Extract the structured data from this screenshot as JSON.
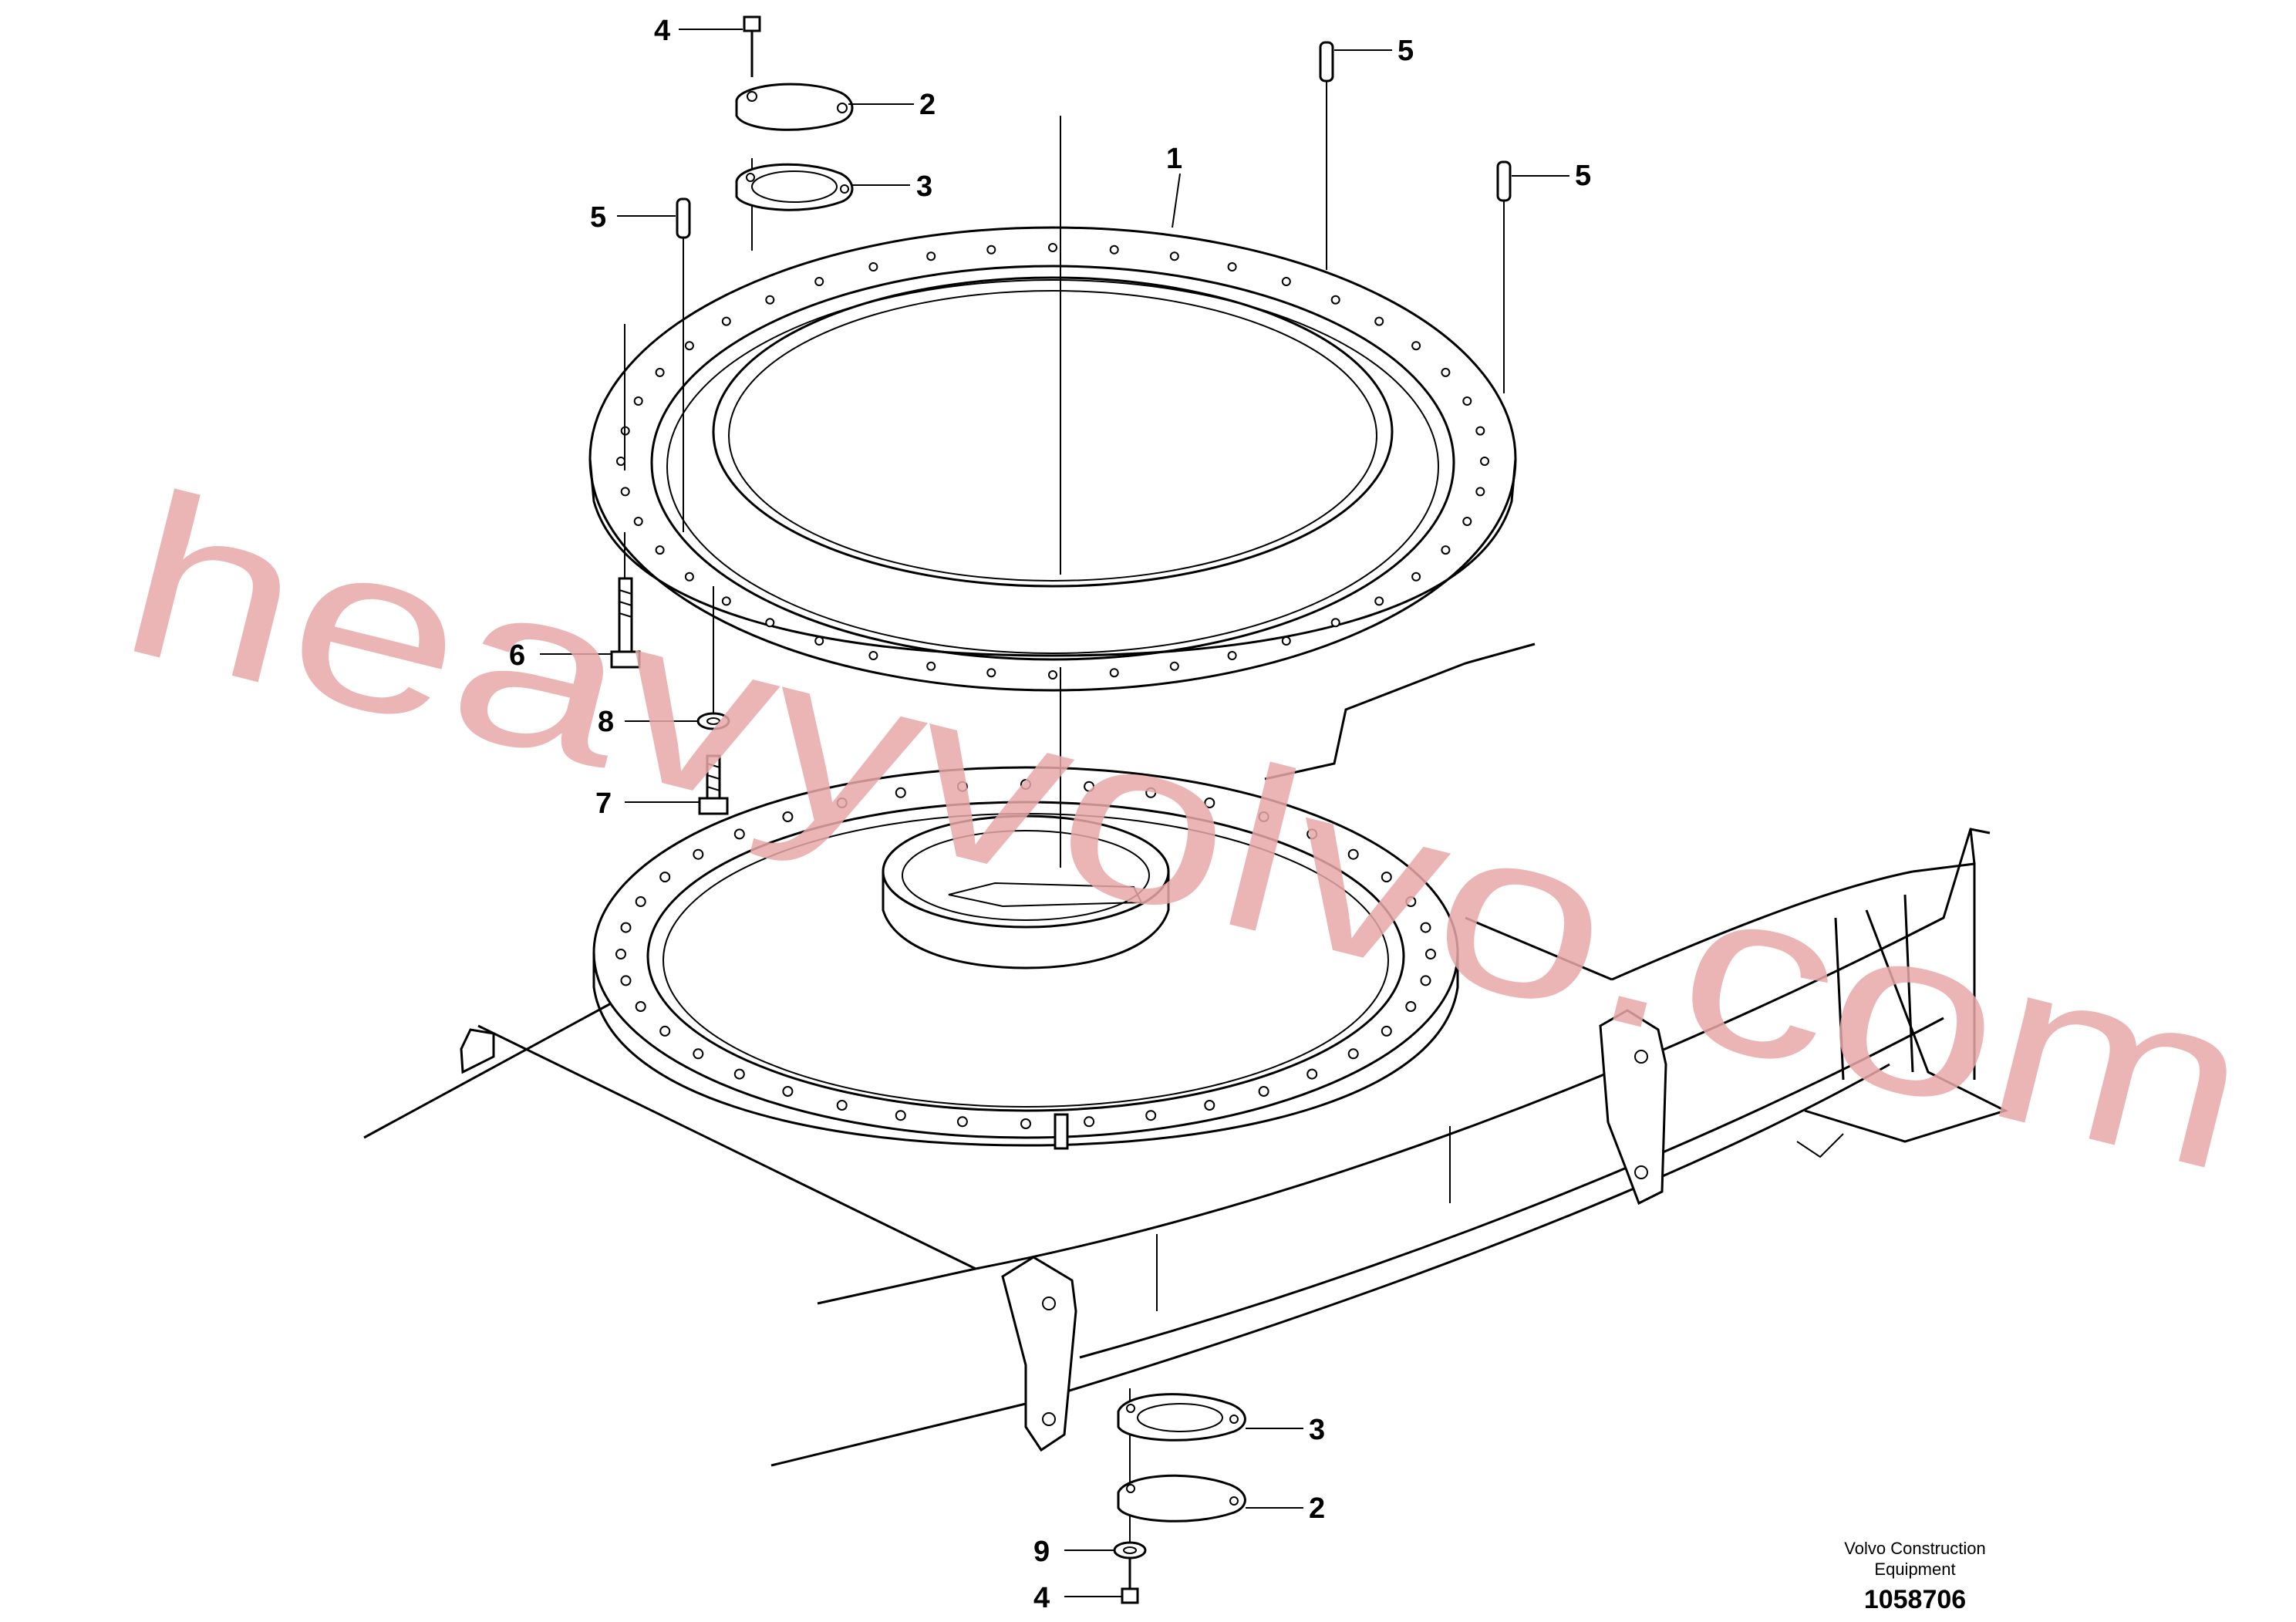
{
  "callouts": {
    "c4_top": "4",
    "c2_top": "2",
    "c3_top": "3",
    "c5_left": "5",
    "c5_mid": "5",
    "c5_right": "5",
    "c1": "1",
    "c6": "6",
    "c8": "8",
    "c7": "7",
    "c3_bottom": "3",
    "c2_bottom": "2",
    "c9": "9",
    "c4_bottom": "4"
  },
  "watermark": "heavyvolvo.com",
  "footer": {
    "publisher_line1": "Volvo Construction",
    "publisher_line2": "Equipment",
    "figure_number": "1058706"
  }
}
